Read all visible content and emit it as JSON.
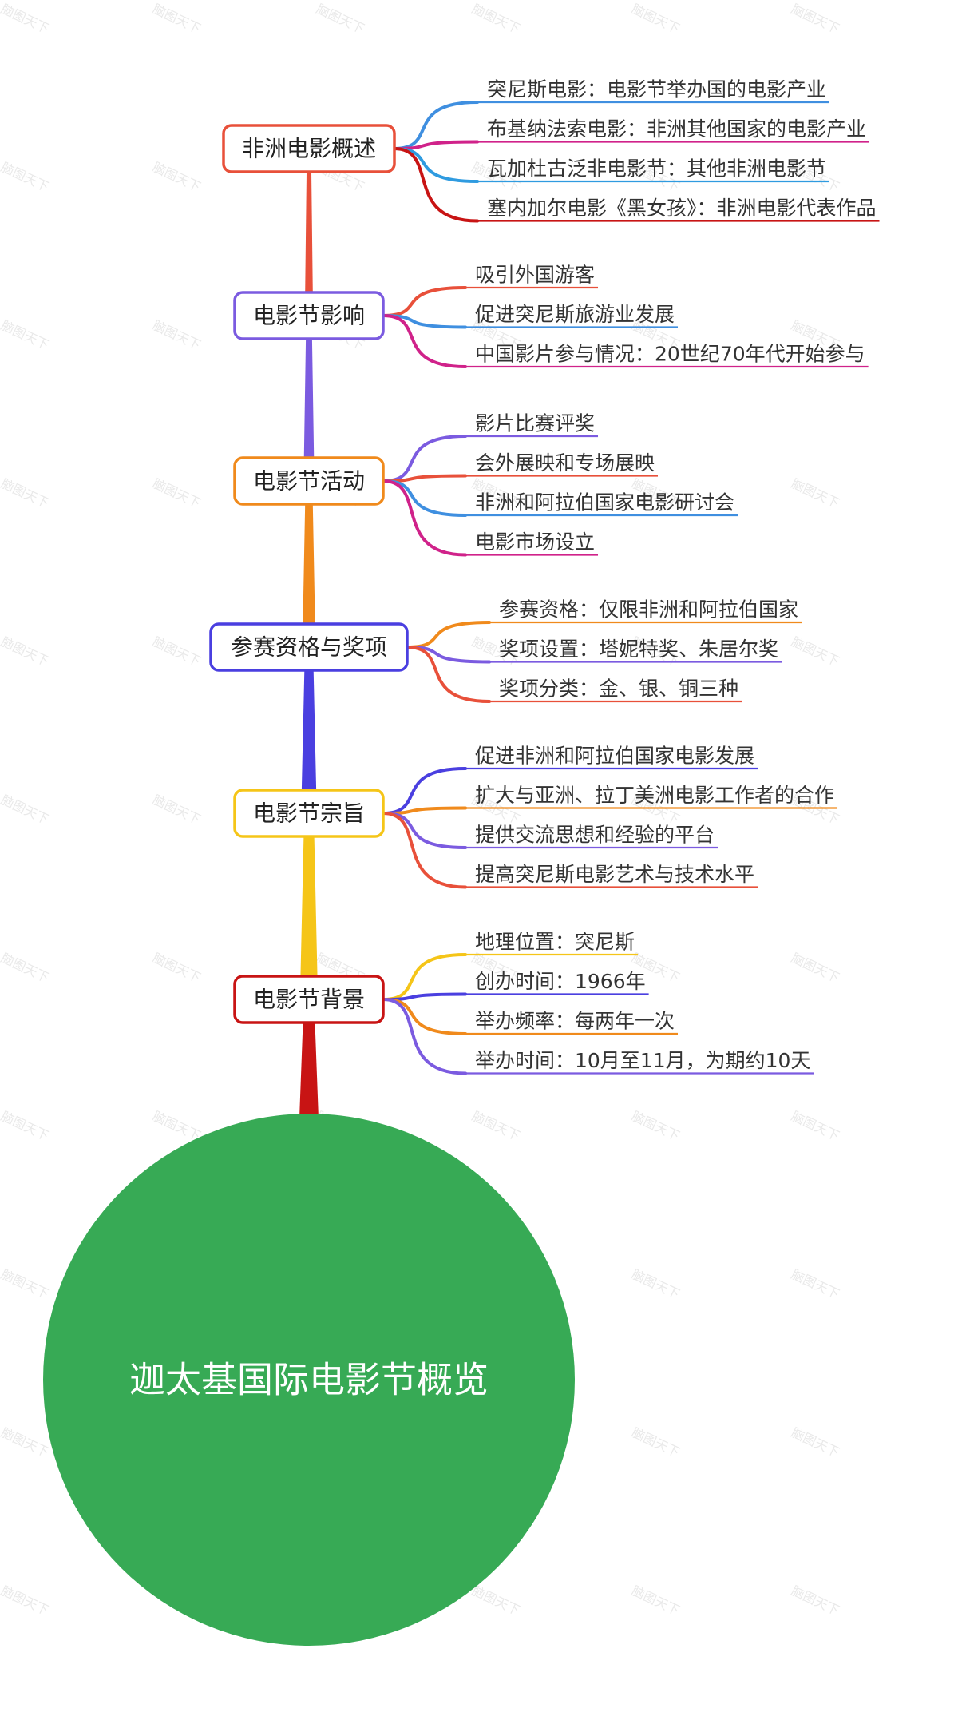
{
  "root": {
    "title": "迦太基国际电影节概览",
    "color": "#37aa55"
  },
  "branches": [
    {
      "label": "非洲电影概述",
      "color": "#e8503a",
      "children": [
        {
          "text": "突尼斯电影：电影节举办国的电影产业",
          "color": "#3f8fe0"
        },
        {
          "text": "布基纳法索电影：非洲其他国家的电影产业",
          "color": "#d0228a"
        },
        {
          "text": "瓦加杜古泛非电影节：其他非洲电影节",
          "color": "#2f9be0"
        },
        {
          "text": "塞内加尔电影《黑女孩》：非洲电影代表作品",
          "color": "#c81414"
        }
      ]
    },
    {
      "label": "电影节影响",
      "color": "#7b5be0",
      "children": [
        {
          "text": "吸引外国游客",
          "color": "#e8503a"
        },
        {
          "text": "促进突尼斯旅游业发展",
          "color": "#3f8fe0"
        },
        {
          "text": "中国影片参与情况：20世纪70年代开始参与",
          "color": "#d0228a"
        }
      ]
    },
    {
      "label": "电影节活动",
      "color": "#f08a1c",
      "children": [
        {
          "text": "影片比赛评奖",
          "color": "#7b5be0"
        },
        {
          "text": "会外展映和专场展映",
          "color": "#e8503a"
        },
        {
          "text": "非洲和阿拉伯国家电影研讨会",
          "color": "#3f8fe0"
        },
        {
          "text": "电影市场设立",
          "color": "#d0228a"
        }
      ]
    },
    {
      "label": "参赛资格与奖项",
      "color": "#4a3fe0",
      "children": [
        {
          "text": "参赛资格：仅限非洲和阿拉伯国家",
          "color": "#f08a1c"
        },
        {
          "text": "奖项设置：塔妮特奖、朱居尔奖",
          "color": "#7b5be0"
        },
        {
          "text": "奖项分类：金、银、铜三种",
          "color": "#e8503a"
        }
      ]
    },
    {
      "label": "电影节宗旨",
      "color": "#f5c518",
      "children": [
        {
          "text": "促进非洲和阿拉伯国家电影发展",
          "color": "#4a3fe0"
        },
        {
          "text": "扩大与亚洲、拉丁美洲电影工作者的合作",
          "color": "#f08a1c"
        },
        {
          "text": "提供交流思想和经验的平台",
          "color": "#7b5be0"
        },
        {
          "text": "提高突尼斯电影艺术与技术水平",
          "color": "#e8503a"
        }
      ]
    },
    {
      "label": "电影节背景",
      "color": "#c81414",
      "children": [
        {
          "text": "地理位置：突尼斯",
          "color": "#f5c518"
        },
        {
          "text": "创办时间：1966年",
          "color": "#4a3fe0"
        },
        {
          "text": "举办频率：每两年一次",
          "color": "#f08a1c"
        },
        {
          "text": "举办时间：10月至11月，为期约10天",
          "color": "#7b5be0"
        }
      ]
    }
  ],
  "watermark": "脑图天下"
}
